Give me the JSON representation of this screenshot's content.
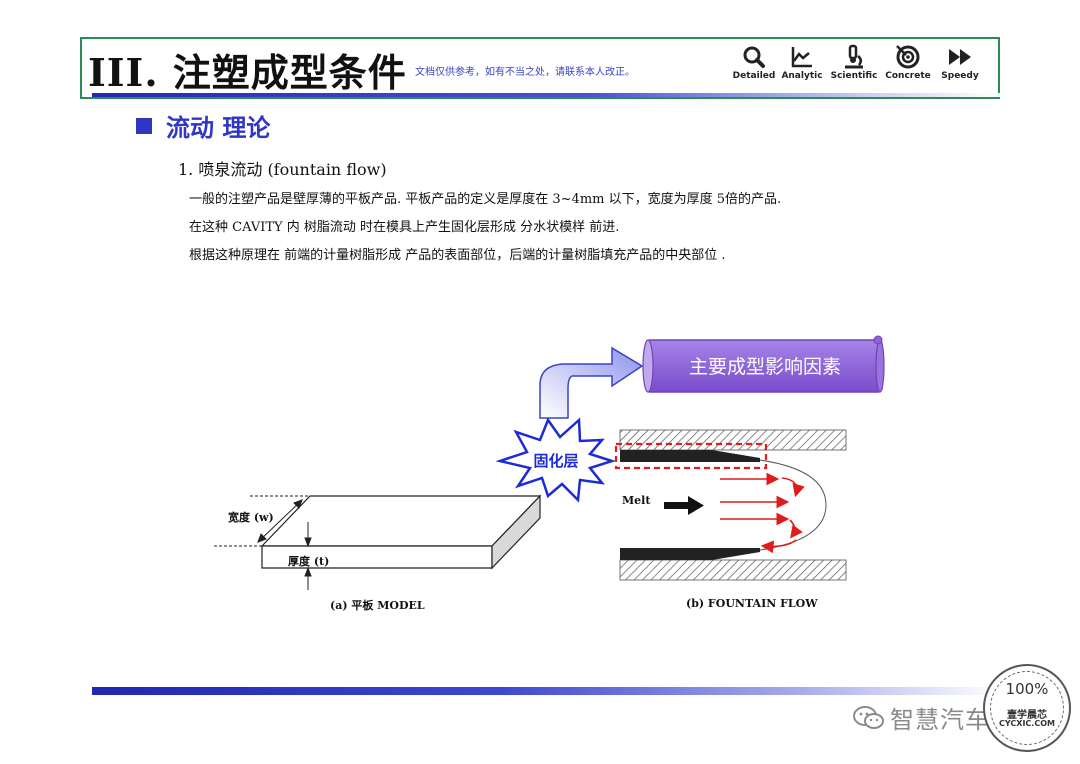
{
  "header": {
    "title": "III.  注塑成型条件",
    "note": "文档仅供参考，如有不当之处，请联系本人改正。",
    "icons": [
      {
        "name": "magnifier-icon",
        "label": "Detailed"
      },
      {
        "name": "chart-axes-icon",
        "label": "Analytic"
      },
      {
        "name": "microscope-icon",
        "label": "Scientific"
      },
      {
        "name": "target-icon",
        "label": "Concrete"
      },
      {
        "name": "fast-forward-icon",
        "label": "Speedy"
      }
    ]
  },
  "section": {
    "title": "流动 理论"
  },
  "content": {
    "subheading": "1. 喷泉流动 (fountain flow)",
    "paragraphs": [
      "一般的注塑产品是壁厚薄的平板产品. 平板产品的定义是厚度在 3~4mm 以下，宽度为厚度 5倍的产品.",
      "在这种 CAVITY 内 树脂流动 时在模具上产生固化层形成 分水状模样 前进.",
      "根据这种原理在 前端的计量树脂形成 产品的表面部位，后端的计量树脂填充产品的中央部位 ."
    ]
  },
  "diagram": {
    "banner_label": "主要成型影响因素",
    "burst_label": "固化层",
    "width_label": "宽度 (w)",
    "thickness_label": "厚度 (t)",
    "melt_label": "Melt",
    "caption_a": "(a) 平板 MODEL",
    "caption_b": "(b) FOUNTAIN FLOW",
    "colors": {
      "banner": "#8f62d8",
      "burst_outline": "#1c2bd6",
      "dashed_box": "#e01b1b",
      "flow_arrows": "#e01b1b"
    }
  },
  "footer": {
    "watermark": "智慧汽车供应",
    "stamp_percent": "100%",
    "stamp_main": "壹学晨芯",
    "stamp_sub": "CYCXIC.COM"
  },
  "colors": {
    "accent": "#2f36c4",
    "header_border": "#2e8b57"
  }
}
